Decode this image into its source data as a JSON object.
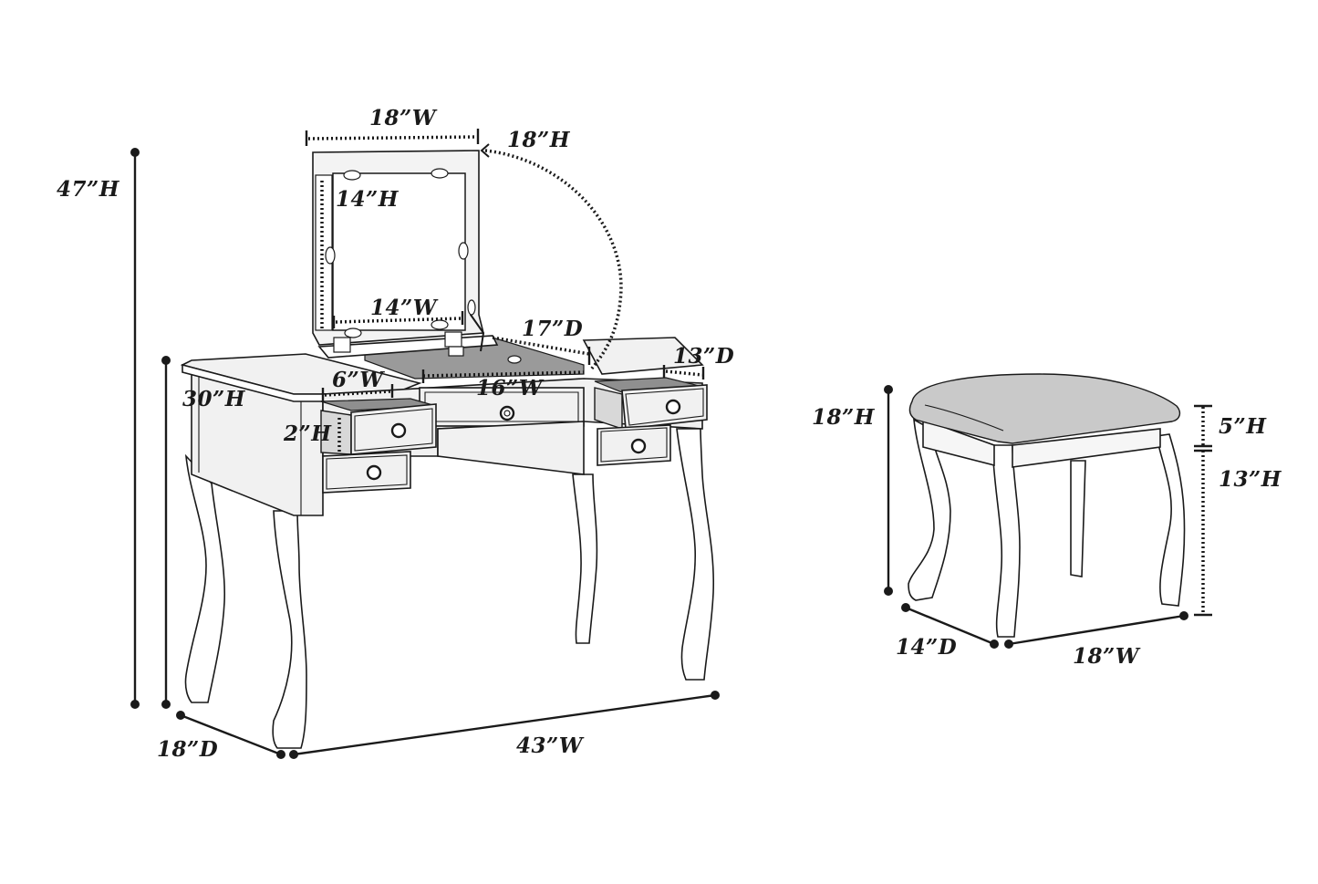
{
  "diagram": {
    "subject": "Vanity set with flip-up mirror and stool",
    "colors": {
      "line": "#1a1a1a",
      "seat": "#c9c9c9",
      "interior": "#9a9a9a",
      "background": "#ffffff"
    },
    "vanity": {
      "overall_height": "47”H",
      "table_height": "30”H",
      "width": "43”W",
      "depth": "18”D",
      "mirror_frame_width": "18”W",
      "mirror_frame_height": "18”H",
      "mirror_glass_height": "14”H",
      "mirror_glass_width": "14”W",
      "compartment_depth": "17”D",
      "side_drawer_depth": "13”D",
      "side_drawer_width": "6”W",
      "center_drawer_width": "16”W",
      "drawer_height": "2”H"
    },
    "stool": {
      "overall_height": "18”H",
      "seat_height": "5”H",
      "leg_height": "13”H",
      "depth": "14”D",
      "width": "18”W"
    }
  }
}
